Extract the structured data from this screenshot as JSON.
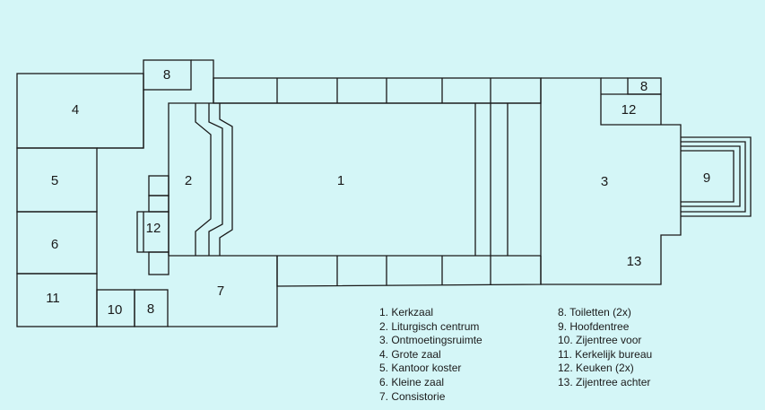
{
  "diagram": {
    "room_numbers": {
      "r1": "1",
      "r2": "2",
      "r3": "3",
      "r4": "4",
      "r5": "5",
      "r6": "6",
      "r7": "7",
      "r8a": "8",
      "r8b": "8",
      "r8c": "8",
      "r9": "9",
      "r10": "10",
      "r11": "11",
      "r12a": "12",
      "r12b": "12",
      "r13": "13"
    },
    "legend_left": [
      "1. Kerkzaal",
      "2. Liturgisch centrum",
      "3. Ontmoetingsruimte",
      "4. Grote zaal",
      "5. Kantoor koster",
      "6. Kleine zaal",
      "7. Consistorie"
    ],
    "legend_right": [
      "8. Toiletten (2x)",
      "9. Hoofdentree",
      "10. Zijentree voor",
      "11. Kerkelijk bureau",
      "12. Keuken (2x)",
      "13. Zijentree achter"
    ]
  }
}
